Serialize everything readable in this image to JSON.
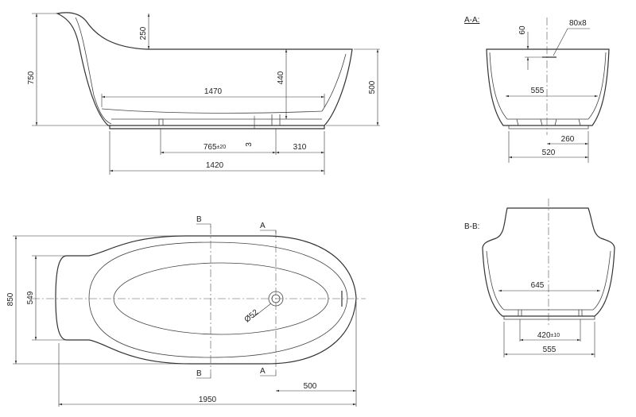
{
  "labels": {
    "section_aa": "A-A:",
    "section_bb": "B-B:",
    "cut_b": "B",
    "cut_a": "A"
  },
  "side_view": {
    "height_total": "750",
    "headrest": "250",
    "inner_depth": "440",
    "rim_height": "500",
    "inner_length": "1470",
    "waste_offset": "765",
    "waste_tol": "±20",
    "waste_to_end": "310",
    "base_length": "1420",
    "gap": "3"
  },
  "section_aa": {
    "overflow_size": "80x8",
    "overflow_depth": "60",
    "inner_width": "555",
    "foot_half": "260",
    "base_width": "520"
  },
  "top_view": {
    "width_total": "850",
    "inner_width": "549",
    "drain_diameter": "Ø52",
    "length_total": "1950",
    "drain_offset": "500"
  },
  "section_bb": {
    "inner_width": "645",
    "foot_spacing": "420",
    "foot_tol": "±10",
    "base_width": "555"
  },
  "colors": {
    "line": "#333333",
    "background": "#ffffff"
  }
}
